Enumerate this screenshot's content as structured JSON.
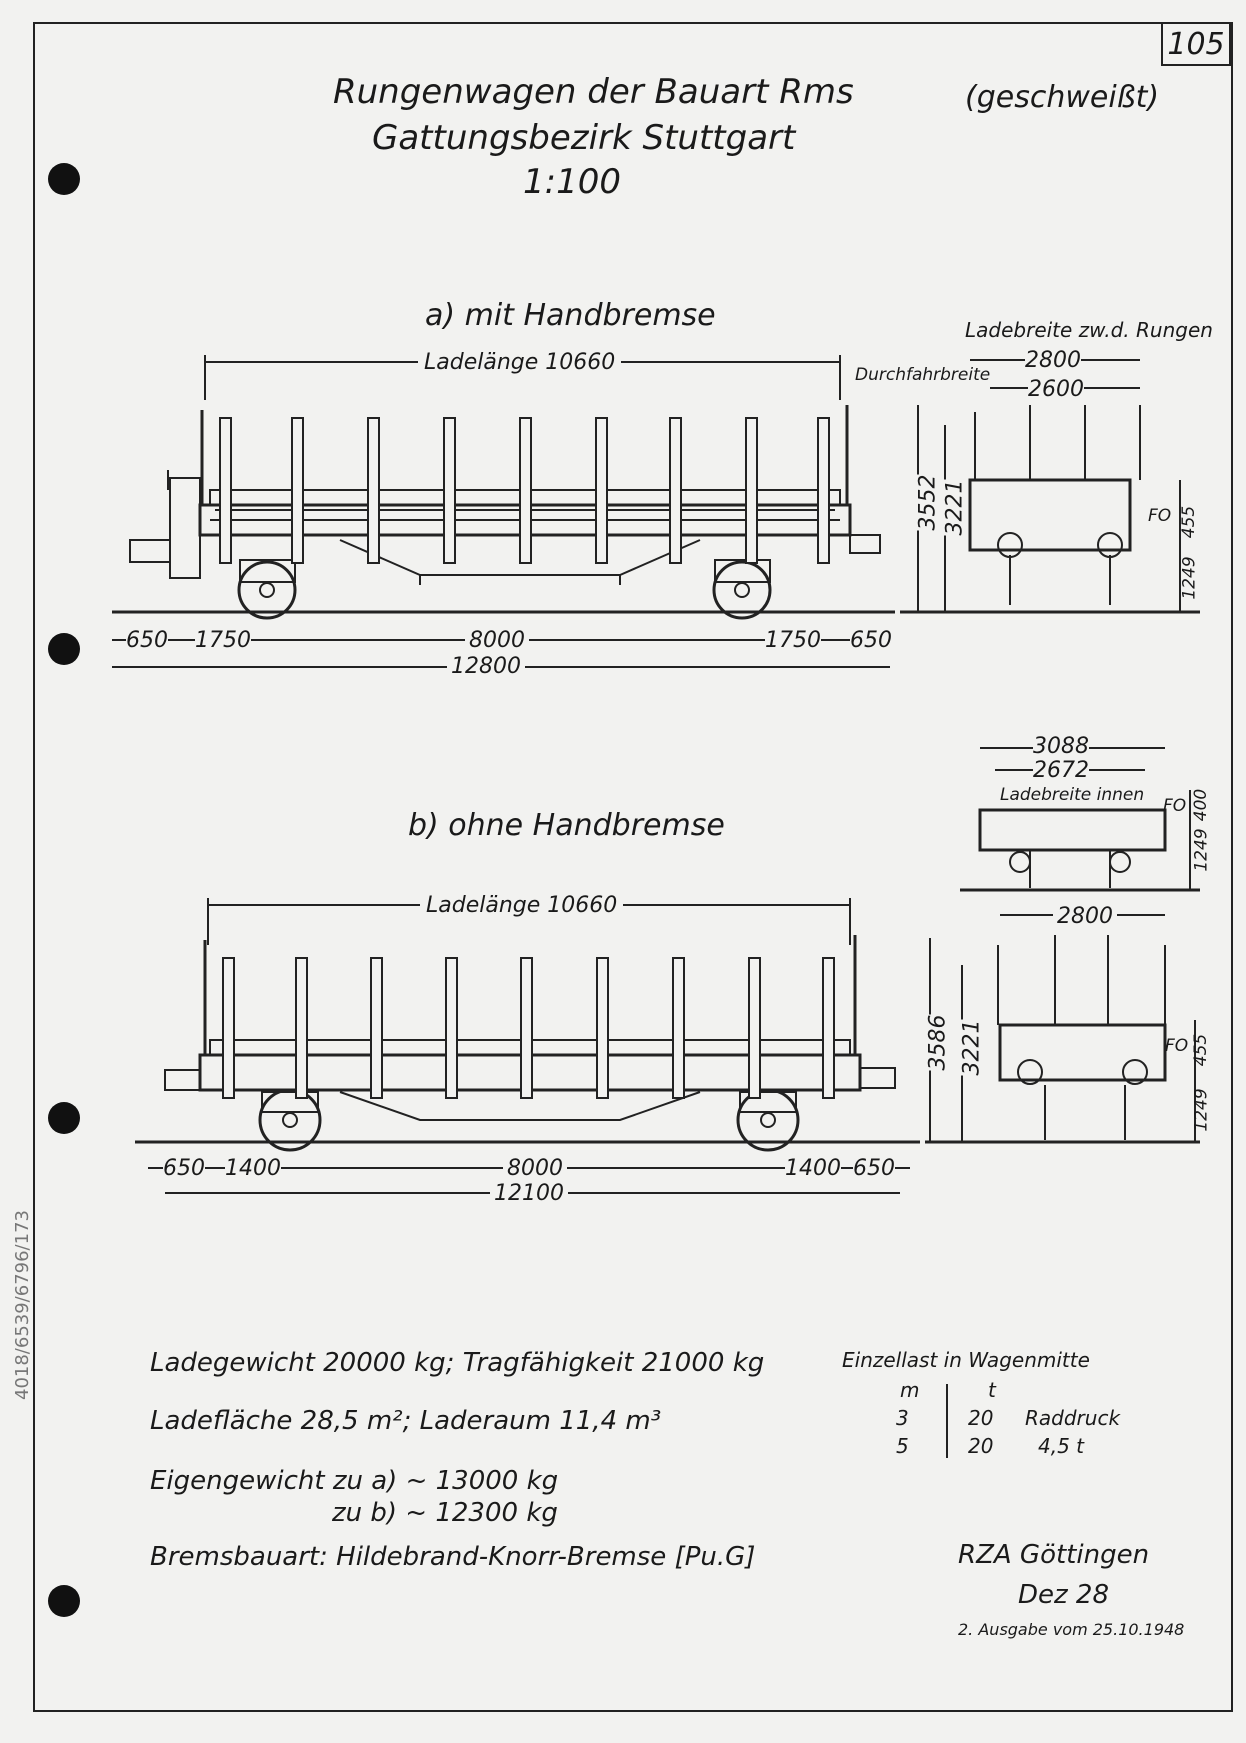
{
  "page_number": "105",
  "title": {
    "line1": "Rungenwagen der Bauart Rms",
    "note": "(geschweißt)",
    "line2": "Gattungsbezirk Stuttgart",
    "scale": "1:100"
  },
  "variant_a": {
    "label": "a) mit Handbremse",
    "ladelaenge": "Ladelänge 10660",
    "ladebreite_label": "Ladebreite zw.d. Rungen",
    "durchfahrbreite_label": "Durchfahrbreite",
    "dims": {
      "w2800": "2800",
      "w2600": "2600",
      "h3552": "3552",
      "h3221": "3221",
      "fo": "FO",
      "h455": "455",
      "h1249": "1249",
      "d650a": "650",
      "d1750a": "1750",
      "d8000": "8000",
      "d1750b": "1750",
      "d650b": "650",
      "d12800": "12800"
    }
  },
  "variant_b": {
    "label": "b) ohne Handbremse",
    "ladelaenge": "Ladelänge 10660",
    "ladebreite_innen": "Ladebreite innen",
    "dims": {
      "w3088": "3088",
      "w2672": "2672",
      "fo_top": "FO",
      "h400": "400",
      "h1249_top": "1249",
      "w2800": "2800",
      "h3586": "3586",
      "h3221": "3221",
      "fo": "FO",
      "h455": "455",
      "h1249": "1249",
      "d650a": "650",
      "d1400a": "1400",
      "d8000": "8000",
      "d1400b": "1400",
      "d650b": "650",
      "d12100": "12100"
    }
  },
  "specs": {
    "line1": "Ladegewicht 20000 kg; Tragfähigkeit 21000 kg",
    "line2": "Ladefläche 28,5 m²; Laderaum 11,4 m³",
    "line3": "Eigengewicht zu a) ~ 13000 kg",
    "line4": "zu b) ~ 12300 kg",
    "line5": "Bremsbauart: Hildebrand-Knorr-Bremse [Pu.G]"
  },
  "einzellast": {
    "title": "Einzellast in Wagenmitte",
    "col_m": "m",
    "col_t": "t",
    "row1_m": "3",
    "row1_t": "20",
    "row2_m": "5",
    "row2_t": "20",
    "raddruck": "Raddruck",
    "raddruck_val": "4,5 t"
  },
  "footer": {
    "office": "RZA Göttingen",
    "dez": "Dez 28",
    "ausgabe": "2. Ausgabe vom 25.10.1948"
  },
  "margin_note": "4018/6539/6796/173"
}
